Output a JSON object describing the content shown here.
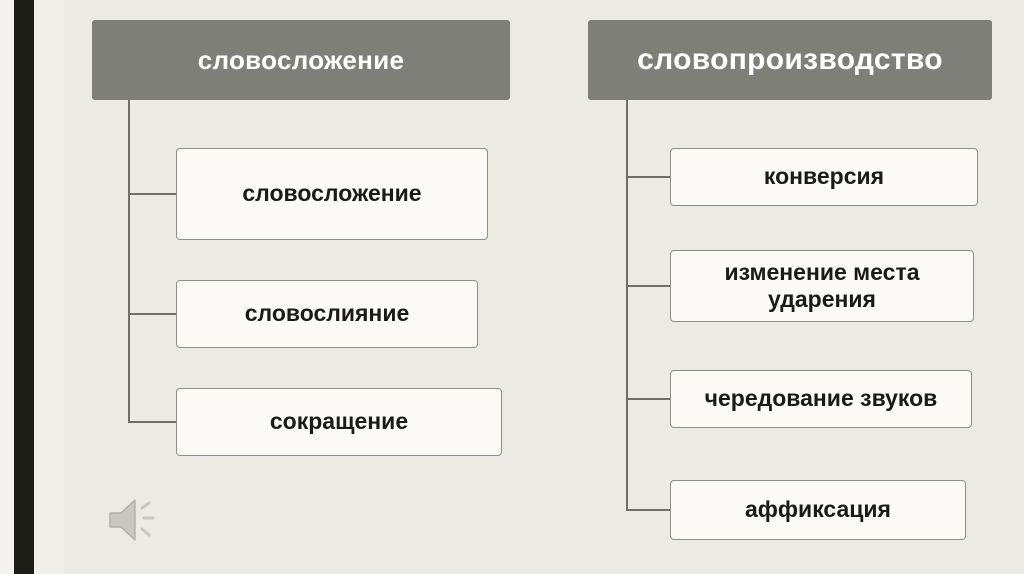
{
  "slide": {
    "background_color": "#eceae4",
    "accent_bar_color": "#1d1d17",
    "header_fill_color": "#7f7f79",
    "node_fill_color": "#fbfaf7",
    "node_border_color": "#8e8e88",
    "connector_color": "#6f6f69"
  },
  "columns": [
    {
      "header": "словосложение",
      "items": [
        "словосложение",
        "словослияние",
        "сокращение"
      ]
    },
    {
      "header": "словопроизводство",
      "items": [
        "конверсия",
        "изменение места ударения",
        "чередование звуков",
        "аффиксация"
      ]
    }
  ],
  "media": {
    "speaker_icon": "speaker-icon"
  }
}
